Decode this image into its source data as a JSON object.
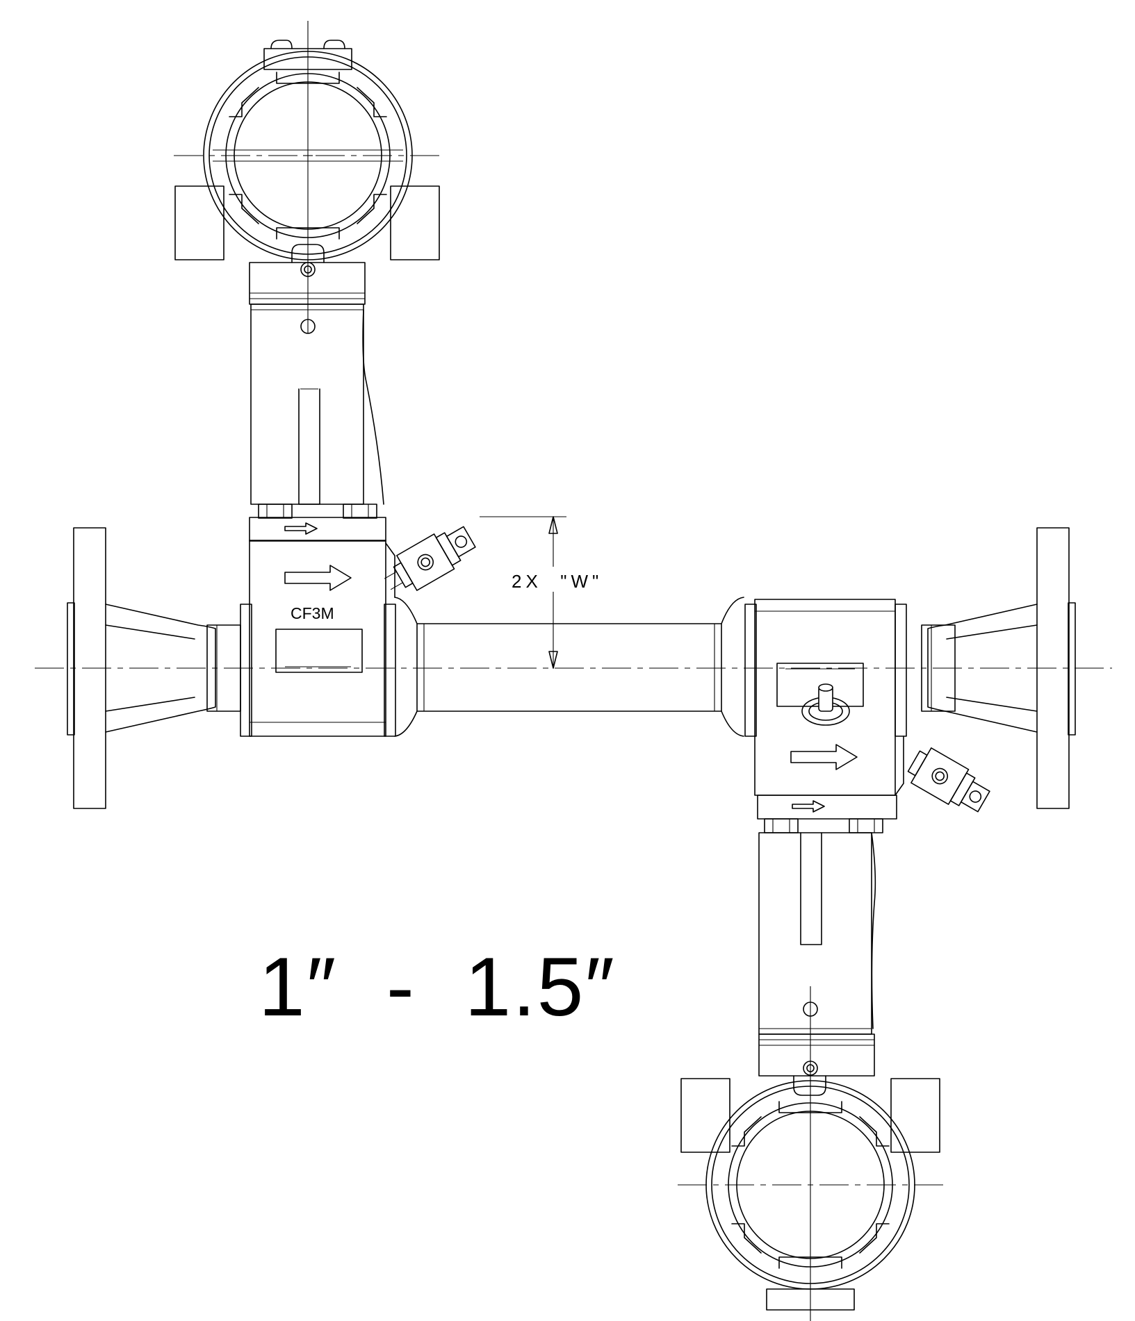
{
  "drawing": {
    "size_label": "1″  -  1.5″",
    "dimension_label": "2X  \"W\"",
    "material_label": "CF3M"
  },
  "colors": {
    "line": "#000000",
    "background": "#ffffff"
  }
}
